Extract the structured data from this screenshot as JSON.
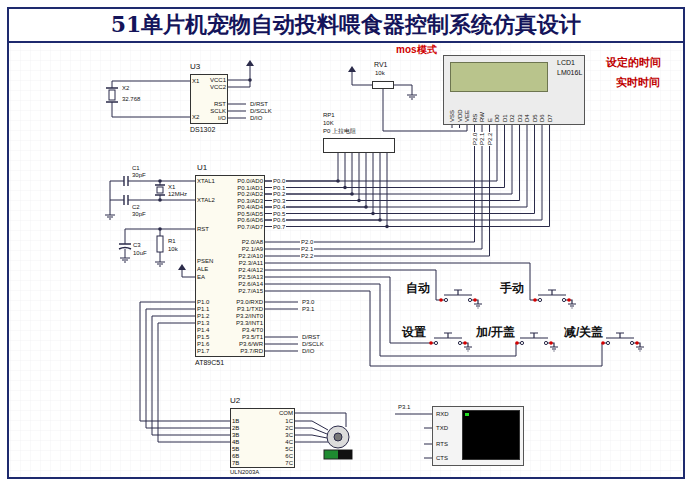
{
  "diagram": {
    "title": "51单片机宠物自动投料喂食器控制系统仿真设计",
    "nodes": [
      {
        "text": [
          "U3",
          "DS1302",
          "X1",
          "X2",
          "VCC1",
          "VCC2",
          "RST",
          "SCLK",
          "I/O"
        ]
      },
      {
        "text": [
          "U1",
          "AT89C51",
          "XTAL1",
          "XTAL2",
          "RST",
          "PSEN",
          "ALE",
          "EA",
          "P1.0",
          "P1.1",
          "P1.2",
          "P1.3",
          "P1.4",
          "P1.5",
          "P1.6",
          "P1.7",
          "P0.0/AD0",
          "P0.1/AD1",
          "P0.2/AD2",
          "P0.3/AD3",
          "P0.4/AD4",
          "P0.5/AD5",
          "P0.6/AD6",
          "P0.7/AD7",
          "P2.0/A8",
          "P2.1/A9",
          "P2.2/A10",
          "P2.3/A11",
          "P2.4/A12",
          "P2.5/A13",
          "P2.6/A14",
          "P2.7/A15",
          "P3.0/RXD",
          "P3.1/TXD",
          "P3.2/INT0",
          "P3.3/INT1",
          "P3.4/T0",
          "P3.5/T1",
          "P3.6/WR",
          "P3.7/RD"
        ]
      },
      {
        "text": [
          "LCD1",
          "LM016L",
          "VSS",
          "VDD",
          "VEE",
          "RS",
          "RW",
          "E",
          "D0",
          "D1",
          "D2",
          "D3",
          "D4",
          "D5",
          "D6",
          "D7"
        ]
      },
      {
        "text": [
          "RP1",
          "10K",
          "P0 上拉电阻"
        ]
      },
      {
        "text": [
          "RV1",
          "10k"
        ]
      },
      {
        "text": [
          "U2",
          "ULN2003A",
          "1B",
          "2B",
          "3B",
          "4B",
          "5B",
          "6B",
          "7B",
          "COM",
          "1C",
          "2C",
          "3C",
          "4C",
          "5C",
          "6C",
          "7C"
        ]
      },
      {
        "text": [
          "RXD",
          "TXD",
          "RTS",
          "CTS"
        ]
      }
    ],
    "edges": [
      {
        "from": 1,
        "to": 2,
        "arrow": "none"
      },
      {
        "from": 1,
        "to": 3,
        "arrow": "none"
      },
      {
        "from": 1,
        "to": 2,
        "arrow": "none"
      },
      {
        "from": 4,
        "to": 2,
        "arrow": "none"
      },
      {
        "from": 1,
        "to": 5,
        "arrow": "none"
      }
    ],
    "labels": [
      "mos模式",
      "设定的时间",
      "实时时间",
      "X2",
      "32.768",
      "C1",
      "30pF",
      "X1",
      "12MHz",
      "C2",
      "30pF",
      "R1",
      "10k",
      "C3",
      "10uF",
      "P0.0",
      "P0.1",
      "P0.2",
      "P0.3",
      "P0.4",
      "P0.5",
      "P0.6",
      "P0.7",
      "P2.0",
      "P2.1",
      "P2.2",
      "P2.0",
      "P2.1",
      "P2.2",
      "P3.0",
      "P3.1",
      "D/RST",
      "D/SCLK",
      "D/IO",
      "D/RST",
      "D/SCLK",
      "D/IO",
      "自动",
      "手动",
      "设置",
      "加/开盖",
      "减/关盖",
      "P3.1"
    ]
  }
}
